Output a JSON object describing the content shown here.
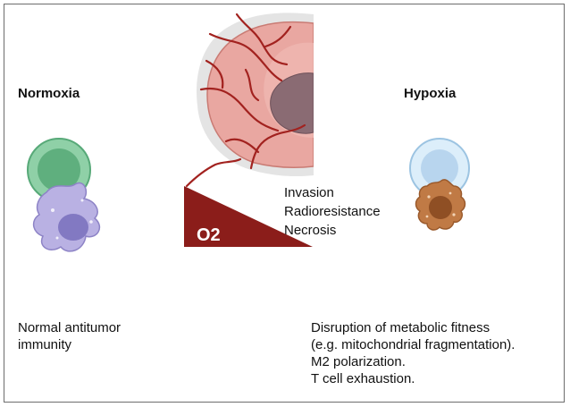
{
  "left": {
    "heading": "Normoxia",
    "caption_lines": [
      "Normal antitumor",
      "immunity"
    ]
  },
  "right": {
    "heading": "Hypoxia",
    "caption_lines": [
      "Disruption of metabolic fitness",
      "(e.g. mitochondrial fragmentation).",
      "M2 polarization.",
      "T cell exhaustion."
    ]
  },
  "center": {
    "gradient_label": "O2",
    "effects": [
      "Invasion",
      "Radioresistance",
      "Necrosis"
    ]
  },
  "colors": {
    "vessel": "#a2221f",
    "tumor": "#e8a49e",
    "necrotic_core": "#8c6e76",
    "o2_wedge": "#8b1d1a",
    "t_cell_normoxia": "#7fc69a",
    "macrophage": "#b3a9df",
    "t_cell_hypoxia": "#cde4f5",
    "macrophage_hypoxia": "#c07a45"
  }
}
